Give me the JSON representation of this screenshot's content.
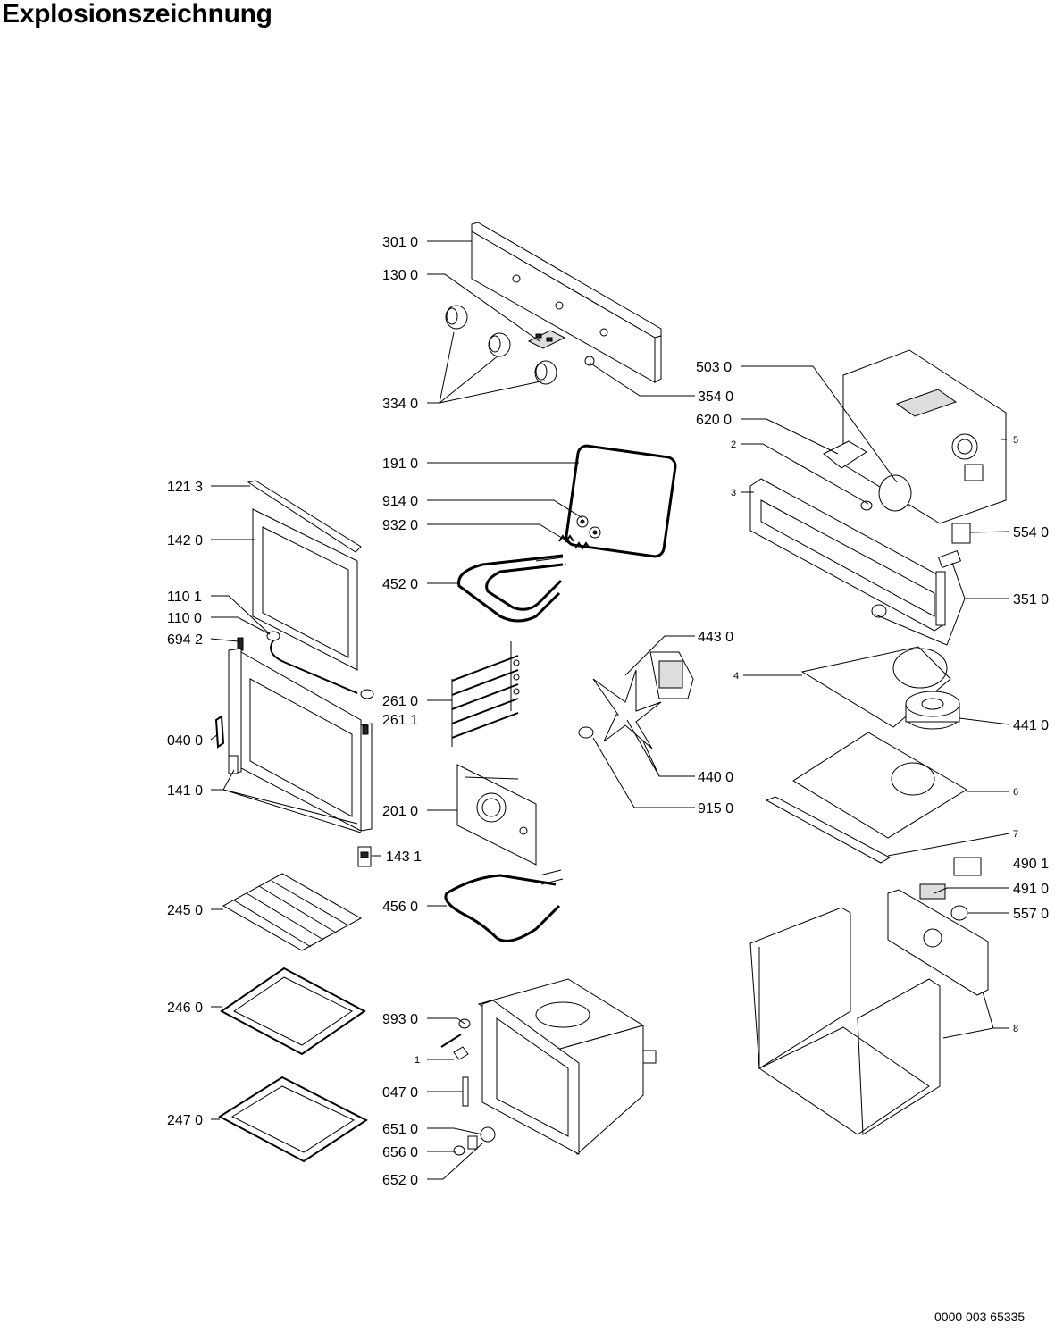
{
  "title": "Explosionszeichnung",
  "doc_number": "0000 003 65335",
  "callouts": {
    "c3010": "301 0",
    "c1300": "130 0",
    "c3340": "334 0",
    "c3540": "354 0",
    "c5030": "503 0",
    "c6200": "620 0",
    "c2": "2",
    "c5": "5",
    "c3": "3",
    "c5540": "554 0",
    "c3510": "351 0",
    "c1910": "191 0",
    "c9140": "914 0",
    "c9320": "932 0",
    "c4520": "452 0",
    "c1213": "121 3",
    "c1420": "142 0",
    "c1101": "110 1",
    "c1100": "110 0",
    "c6942": "694 2",
    "c2610": "261 0",
    "c2611": "261 1",
    "c0400": "040 0",
    "c1410": "141 0",
    "c2010": "201 0",
    "c1431": "143 1",
    "c4430": "443 0",
    "c4": "4",
    "c4410": "441 0",
    "c4400": "440 0",
    "c9150": "915 0",
    "c6": "6",
    "c7": "7",
    "c4901": "490 1",
    "c4910": "491 0",
    "c5570": "557 0",
    "c8": "8",
    "c2450": "245 0",
    "c4560": "456 0",
    "c2460": "246 0",
    "c9930": "993 0",
    "c1": "1",
    "c0470": "047 0",
    "c2470": "247 0",
    "c6510": "651 0",
    "c6560": "656 0",
    "c6520": "652 0"
  }
}
